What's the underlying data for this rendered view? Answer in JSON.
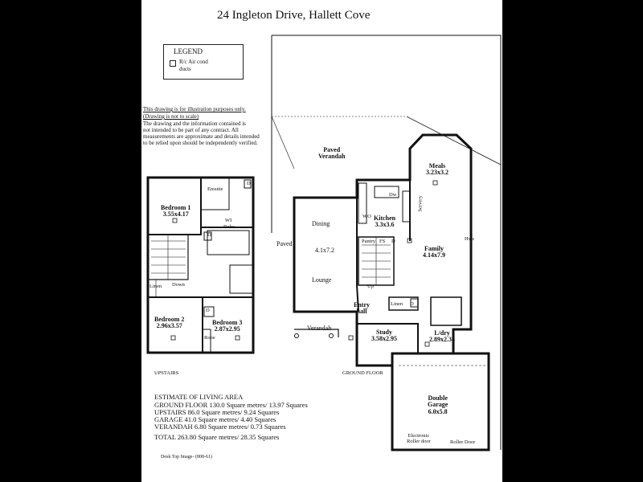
{
  "title": "24 Ingleton Drive,  Hallett Cove",
  "legend": {
    "title": "LEGEND",
    "item_line1": "R/c Air cond",
    "item_line2": "ducts"
  },
  "disclaimer": [
    "This drawing is for illustration purposes only.",
    "(Drawing is not to scale)",
    "The drawing and the information contained is",
    "not intended to be part of any contract.  All",
    "measurements are approximate and details intended",
    "to be relied upon should be independently verified.",
    ""
  ],
  "upstairs": {
    "label": "UPSTAIRS",
    "bedroom1": {
      "name": "Bedroom 1",
      "size": "3.55x4.17"
    },
    "bedroom2": {
      "name": "Bedroom 2",
      "size": "2.96x3.57"
    },
    "bedroom3": {
      "name": "Bedroom 3",
      "size": "2.87x2.95"
    },
    "ensuite": "Ensuite",
    "wi": "WI",
    "robe": "Robe",
    "robe2": "Robe",
    "d1": "D",
    "d2": "D",
    "d3": "D",
    "down": "Down",
    "linen": "Linen"
  },
  "ground": {
    "label": "GROUND FLOOR",
    "paved_verandah": {
      "line1": "Paved",
      "line2": "Verandah"
    },
    "paved": "Paved",
    "dining": "Dining",
    "dining_size": "4.1x7.2",
    "lounge": "Lounge",
    "meals": {
      "name": "Meals",
      "size": "3.23x3.2"
    },
    "kitchen": {
      "name": "Kitchen",
      "size": "3.3x3.6"
    },
    "dw": "Dw",
    "wo": "WO",
    "servery": "Servery",
    "pantry": "Pantry",
    "fs": "FS",
    "d1": "D",
    "d2": "D",
    "family": {
      "name": "Family",
      "size": "4.14x7.9"
    },
    "hws": "Hws",
    "up": "Up",
    "entry": {
      "line1": "Entry",
      "line2": "hall"
    },
    "linen": "Linen",
    "verandah": "Verandah",
    "study": {
      "name": "Study",
      "size": "3.58x2.95"
    },
    "ldry": {
      "name": "L/dry",
      "size": "2.89x2.38"
    },
    "garage": {
      "line1": "Double",
      "line2": "Garage",
      "size": "6.0x5.8"
    },
    "roller1": {
      "line1": "Electronic",
      "line2": "Roller door"
    },
    "roller2": "Roller Door"
  },
  "estimate": {
    "heading": "ESTIMATE OF LIVING AREA",
    "lines": [
      "GROUND FLOOR 130.0 Square metres/  13.97 Squares",
      "UPSTAIRS 86.0 Square metres/  9.24 Squares",
      "GARAGE  41.0 Square metres/  4.40 Squares",
      "VERANDAH 6.80 Square metres/  0.73 Squares"
    ],
    "total": "TOTAL  263.80 Square metres/  28.35 Squares"
  },
  "credit": "Desk Top Image- (808-61)"
}
